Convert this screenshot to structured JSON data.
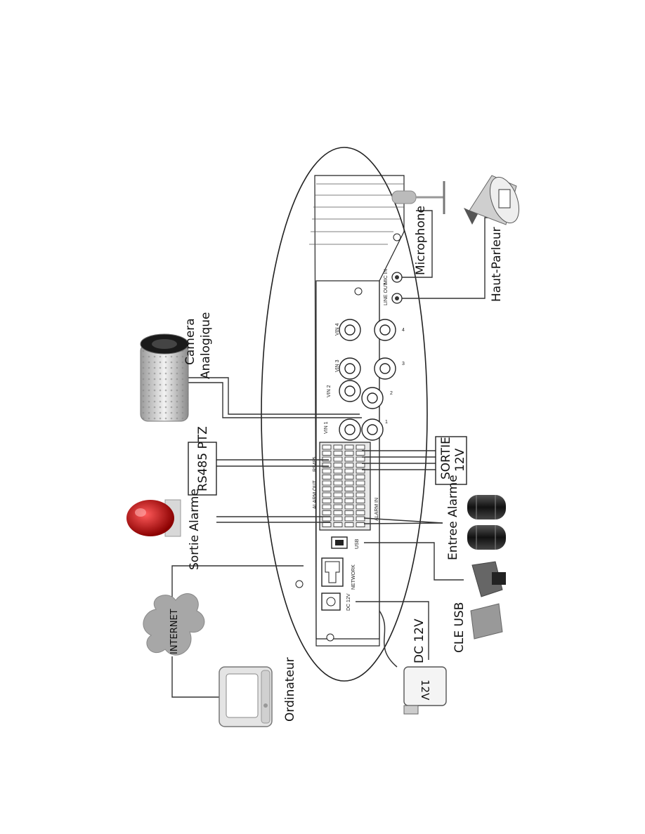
{
  "labels": {
    "camera_line1": "Camera",
    "camera_line2": "Analogique",
    "microphone": "Microphone",
    "haut_parleur": "Haut-Parleur",
    "rs485": "RS485 PTZ",
    "sortie_alarme": "Sortie Alarme",
    "sortie_12v_line1": "SORTIE",
    "sortie_12v_line2": "12V",
    "entree_alarme": "Entree Alarme",
    "internet": "INTERNET",
    "ordinateur": "Ordinateur",
    "cle_usb": "CLE USB",
    "dc_12v": "DC 12V",
    "adapter": "12V"
  },
  "panel": {
    "vin1": "VIN 1",
    "vin2": "VIN 2",
    "vin3": "VIN 3",
    "vin4": "VIN 4",
    "line_out": "LINE OUT",
    "mic_in": "MIC IN",
    "network": "NETWORK",
    "usb": "USB",
    "dc": "DC 12V",
    "alarm_out": "ALARM OUT",
    "alarm_in": "ALARM IN",
    "rs485": "RS485",
    "loop1": "1",
    "loop2": "2",
    "loop3": "3",
    "loop4": "4"
  },
  "icons": [
    "camera-icon",
    "microphone-icon",
    "speaker-icon",
    "siren-icon",
    "alarm-sensor-icon",
    "internet-cloud-icon",
    "computer-icon",
    "usb-key-icon",
    "power-adapter-icon"
  ]
}
